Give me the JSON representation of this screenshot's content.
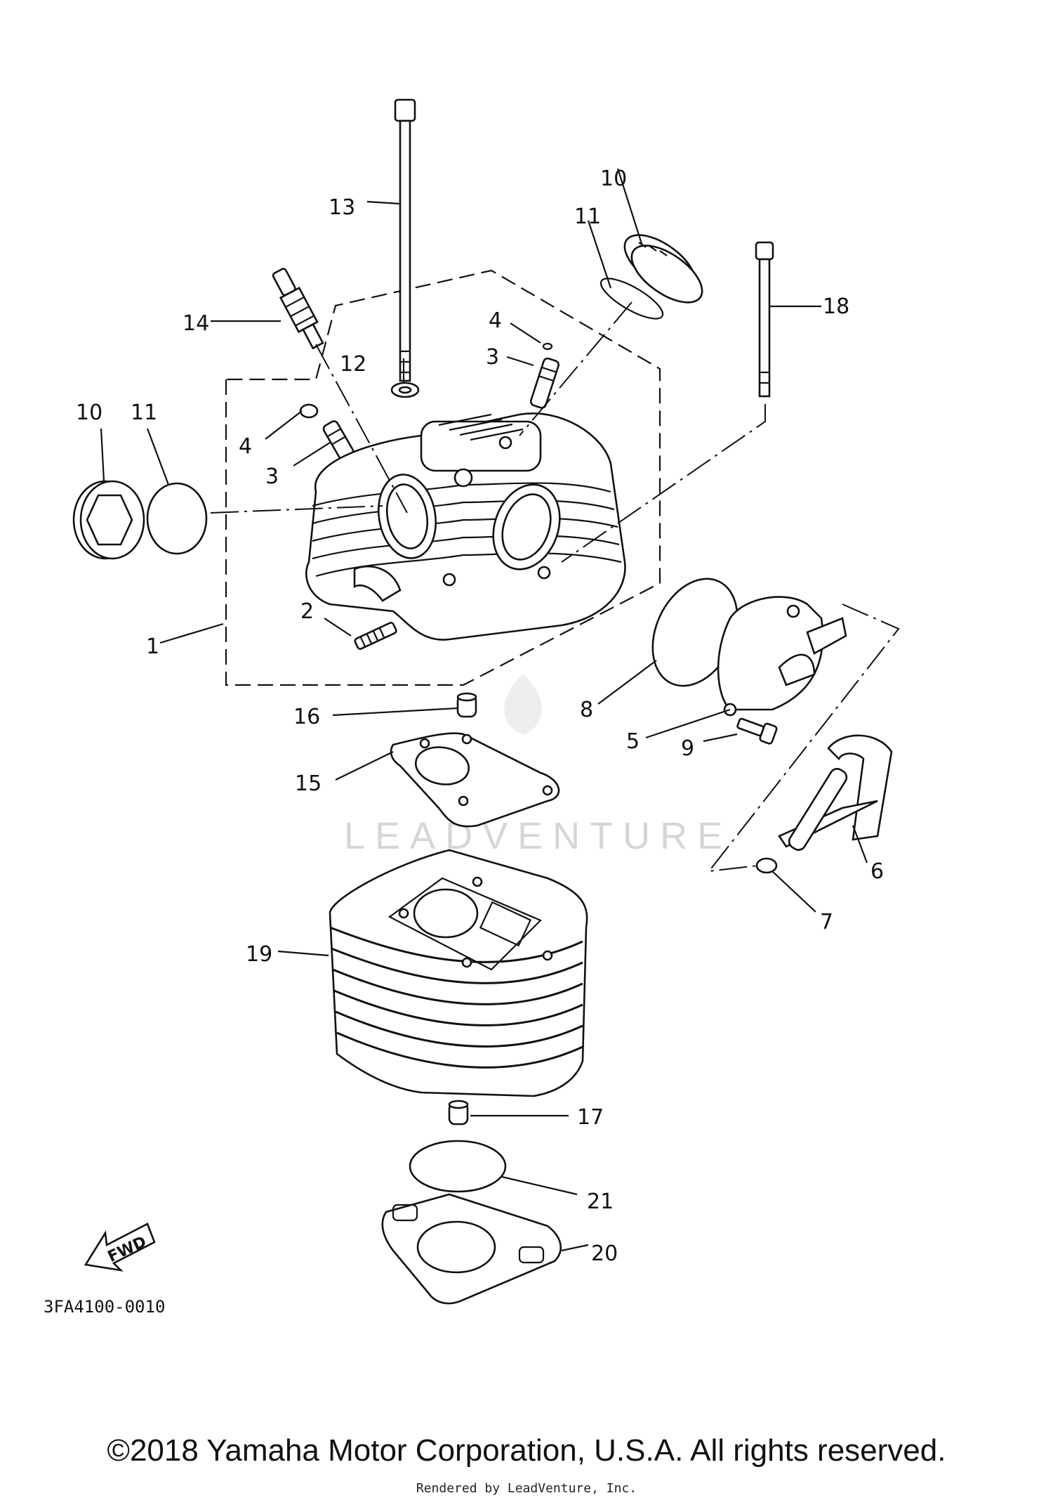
{
  "diagram": {
    "part_code": "3FA4100-0010",
    "fwd_label": "FWD",
    "watermark": "LEADVENTURE",
    "callouts": [
      {
        "id": "c1",
        "label": "1"
      },
      {
        "id": "c2",
        "label": "2"
      },
      {
        "id": "c3a",
        "label": "3"
      },
      {
        "id": "c3b",
        "label": "3"
      },
      {
        "id": "c4a",
        "label": "4"
      },
      {
        "id": "c4b",
        "label": "4"
      },
      {
        "id": "c5",
        "label": "5"
      },
      {
        "id": "c6",
        "label": "6"
      },
      {
        "id": "c7",
        "label": "7"
      },
      {
        "id": "c8",
        "label": "8"
      },
      {
        "id": "c9",
        "label": "9"
      },
      {
        "id": "c10a",
        "label": "10"
      },
      {
        "id": "c10b",
        "label": "10"
      },
      {
        "id": "c11a",
        "label": "11"
      },
      {
        "id": "c11b",
        "label": "11"
      },
      {
        "id": "c12",
        "label": "12"
      },
      {
        "id": "c13",
        "label": "13"
      },
      {
        "id": "c14",
        "label": "14"
      },
      {
        "id": "c15",
        "label": "15"
      },
      {
        "id": "c16",
        "label": "16"
      },
      {
        "id": "c17",
        "label": "17"
      },
      {
        "id": "c18",
        "label": "18"
      },
      {
        "id": "c19",
        "label": "19"
      },
      {
        "id": "c20",
        "label": "20"
      },
      {
        "id": "c21",
        "label": "21"
      }
    ]
  },
  "footer": {
    "copyright": "©2018 Yamaha Motor Corporation, U.S.A. All rights reserved.",
    "rendered_by": "Rendered by LeadVenture, Inc."
  }
}
